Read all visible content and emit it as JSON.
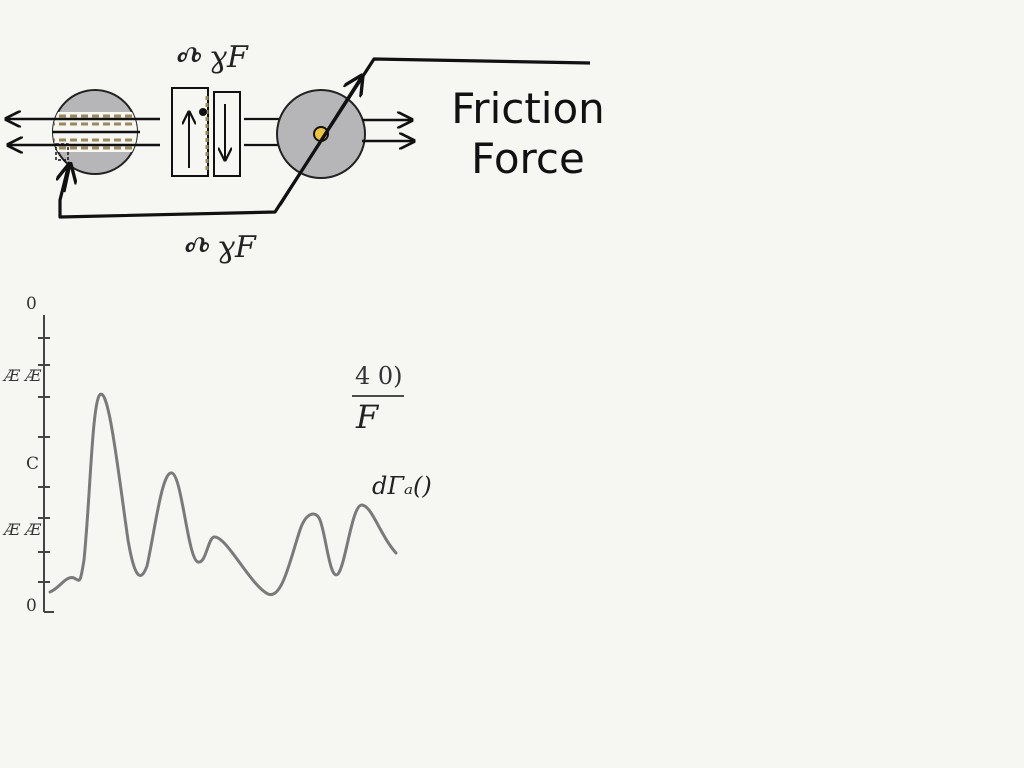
{
  "title": {
    "line1": "Friction",
    "line2": "Force"
  },
  "force_labels": {
    "top": "Ⰴ ɣF",
    "bottom": "Ⰴ ɣF"
  },
  "graph": {
    "y_tick_labels": [
      "0",
      "Æ Æ",
      "C",
      "Æ Æ",
      "0"
    ],
    "fraction": {
      "numerator": "4  0)",
      "denominator": "F"
    },
    "curve_label": "dΓₐ()"
  },
  "colors": {
    "background": "#f6f6f3",
    "stroke": "#111111",
    "disc_fill": "#b6b6b8",
    "hub": "#f2c23a",
    "curve": "#7a7a7a",
    "dashes": "#9a8a5a"
  }
}
